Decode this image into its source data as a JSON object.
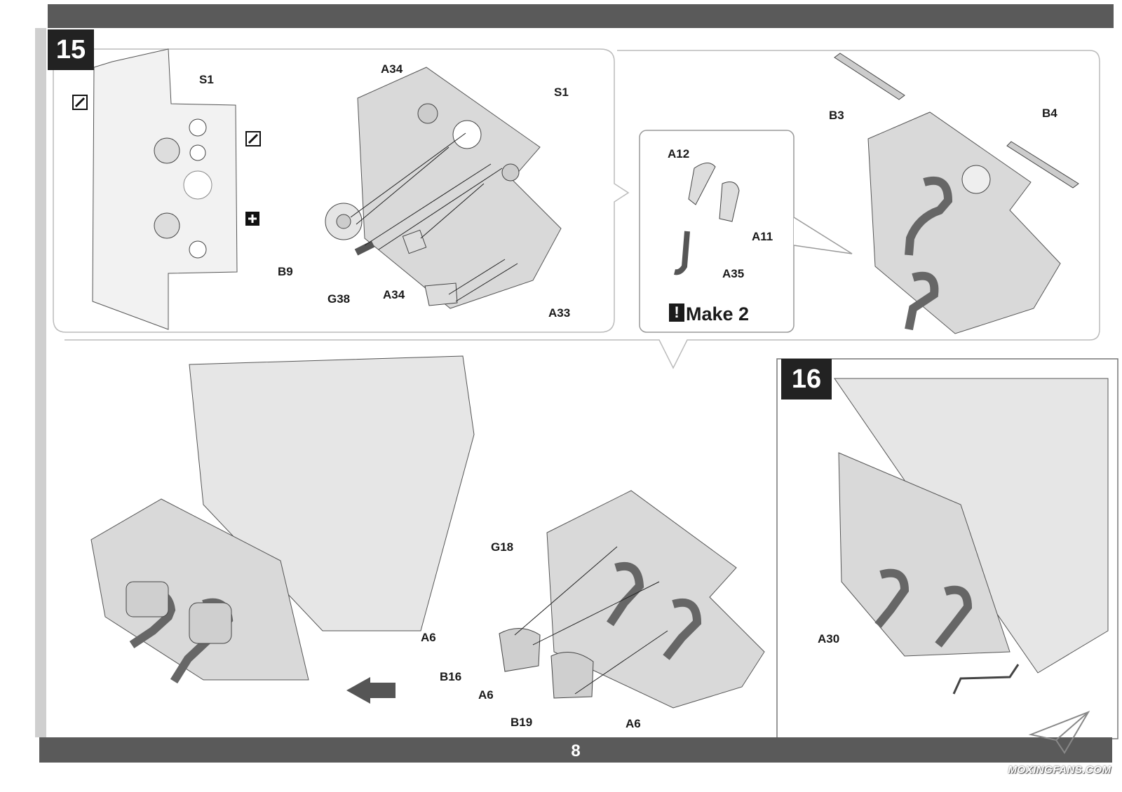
{
  "page": {
    "number": "8",
    "watermark": "MOXINGFANS.COM"
  },
  "steps": [
    {
      "id": "15",
      "label": "15"
    },
    {
      "id": "16",
      "label": "16"
    }
  ],
  "note": {
    "make": "Make 2",
    "icon": "!"
  },
  "callouts": {
    "s1a": "S1",
    "s1b": "S1",
    "a34a": "A34",
    "a34b": "A34",
    "b9": "B9",
    "g38": "G38",
    "a33": "A33",
    "a12": "A12",
    "a11": "A11",
    "a35": "A35",
    "b3": "B3",
    "b4": "B4",
    "g18": "G18",
    "a6a": "A6",
    "b16": "B16",
    "a6b": "A6",
    "b19": "B19",
    "a6c": "A6",
    "a30": "A30"
  },
  "icons": [
    "cut-tool-icon",
    "cut-tool-icon",
    "plus-square-icon",
    "direction-arrow-icon",
    "paper-plane-logo-icon"
  ],
  "colors": {
    "bar": "#5a5a5a",
    "step_box": "#222222",
    "part_fill": "#d9d9d9"
  }
}
